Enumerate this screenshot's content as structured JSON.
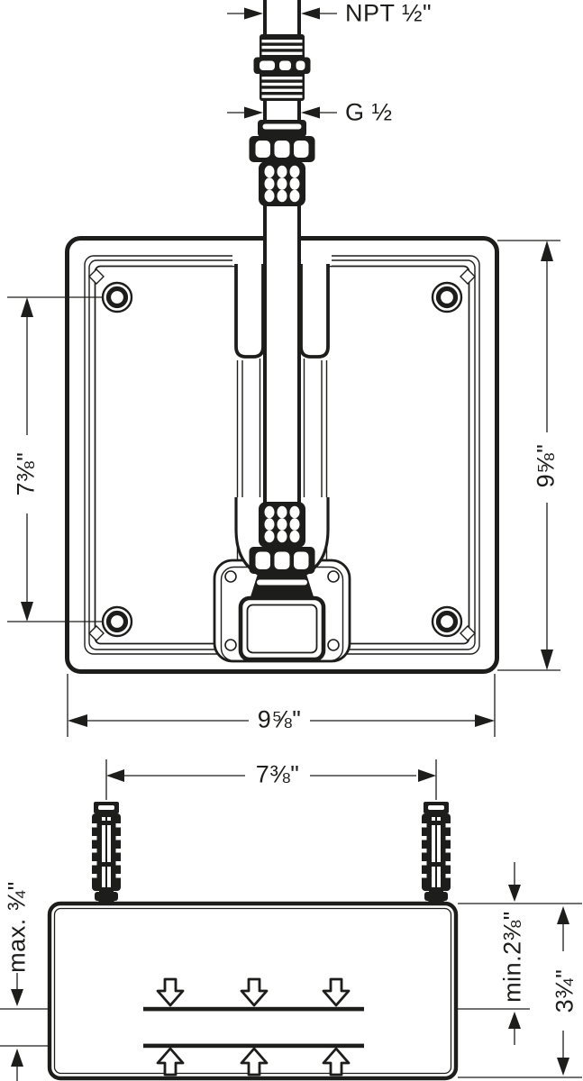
{
  "labels": {
    "npt_thread": "NPT ½\"",
    "g_thread": "G ½",
    "front": {
      "hole_spacing": "7⅜\"",
      "height": "9⅝\"",
      "width": "9⅝\""
    },
    "installation": {
      "anchor_spacing": "7⅜\"",
      "max_finish_depth": "max. ¾\"",
      "min_depth": "min.2⅜\"",
      "overall_depth": "3¾\""
    }
  },
  "colors": {
    "line": "#1d1d1b",
    "background": "#ffffff"
  }
}
